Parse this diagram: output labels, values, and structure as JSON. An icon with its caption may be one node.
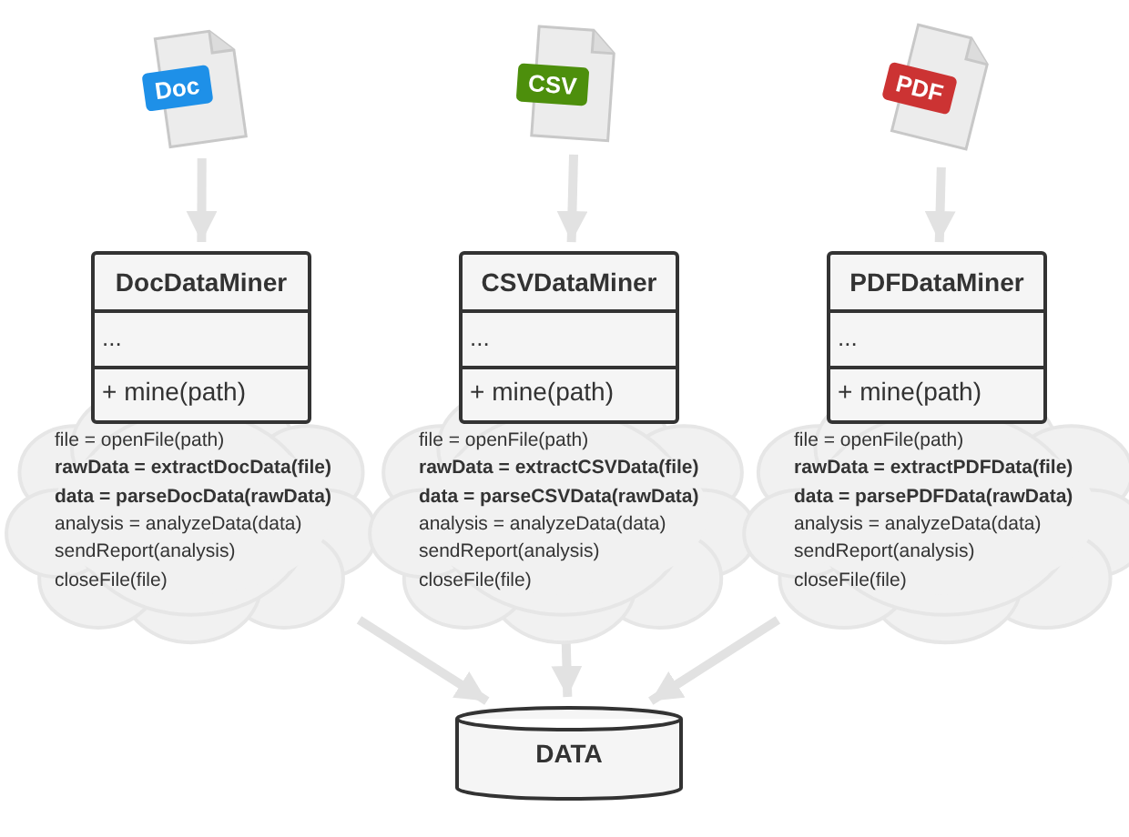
{
  "diagram": {
    "nodes": [
      {
        "text": [
          "Doc"
        ]
      },
      {
        "text": [
          "CSV"
        ]
      },
      {
        "text": [
          "PDF"
        ]
      },
      {
        "text": [
          "DocDataMiner",
          "...",
          "+ mine(path)"
        ]
      },
      {
        "text": [
          "CSVDataMiner",
          "...",
          "+ mine(path)"
        ]
      },
      {
        "text": [
          "PDFDataMiner",
          "...",
          "+ mine(path)"
        ]
      },
      {
        "text": [
          "file = openFile(path)",
          "rawData = extractDocData(file)",
          "data = parseDocData(rawData)",
          "analysis = analyzeData(data)",
          "sendReport(analysis)",
          "closeFile(file)"
        ]
      },
      {
        "text": [
          "file = openFile(path)",
          "rawData = extractCSVData(file)",
          "data = parseCSVData(rawData)",
          "analysis = analyzeData(data)",
          "sendReport(analysis)",
          "closeFile(file)"
        ]
      },
      {
        "text": [
          "file = openFile(path)",
          "rawData = extractPDFData(file)",
          "data = parsePDFData(rawData)",
          "analysis = analyzeData(data)",
          "sendReport(analysis)",
          "closeFile(file)"
        ]
      },
      {
        "text": [
          "DATA"
        ]
      }
    ],
    "edges": [
      {
        "from": 0,
        "to": 3,
        "arrow": "to"
      },
      {
        "from": 1,
        "to": 4,
        "arrow": "to"
      },
      {
        "from": 2,
        "to": 5,
        "arrow": "to"
      },
      {
        "from": 6,
        "to": 9,
        "arrow": "to"
      },
      {
        "from": 7,
        "to": 9,
        "arrow": "to"
      },
      {
        "from": 8,
        "to": 9,
        "arrow": "to"
      }
    ]
  }
}
